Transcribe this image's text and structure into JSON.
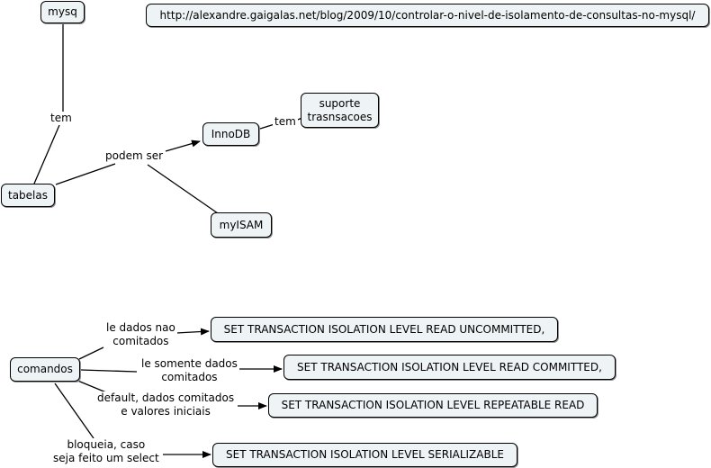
{
  "nodes": {
    "mysq": "mysq",
    "url": "http://alexandre.gaigalas.net/blog/2009/10/controlar-o-nivel-de-isolamento-de-consultas-no-mysql/",
    "tabelas": "tabelas",
    "innodb": "InnoDB",
    "suporte": "suporte\ntrasnsacoes",
    "myisam": "myISAM",
    "comandos": "comandos",
    "read_uncommitted": "SET TRANSACTION ISOLATION LEVEL READ UNCOMMITTED,",
    "read_committed": "SET TRANSACTION ISOLATION LEVEL READ COMMITTED,",
    "repeatable_read": "SET TRANSACTION ISOLATION LEVEL REPEATABLE READ",
    "serializable": "SET TRANSACTION ISOLATION LEVEL SERIALIZABLE"
  },
  "links": {
    "tem_mysq": "tem",
    "podem_ser": "podem ser",
    "tem_innodb": "tem",
    "le_dados_nao_comitados": "le dados nao\ncomitados",
    "le_somente_dados_comitados": "le somente dados\ncomitados",
    "default_comitados": "default, dados comitados\ne valores iniciais",
    "bloqueia": "bloqueia, caso\nseja feito um select"
  },
  "colors": {
    "node_fill": "#eef3f6",
    "node_border": "#000000",
    "line": "#000000"
  }
}
